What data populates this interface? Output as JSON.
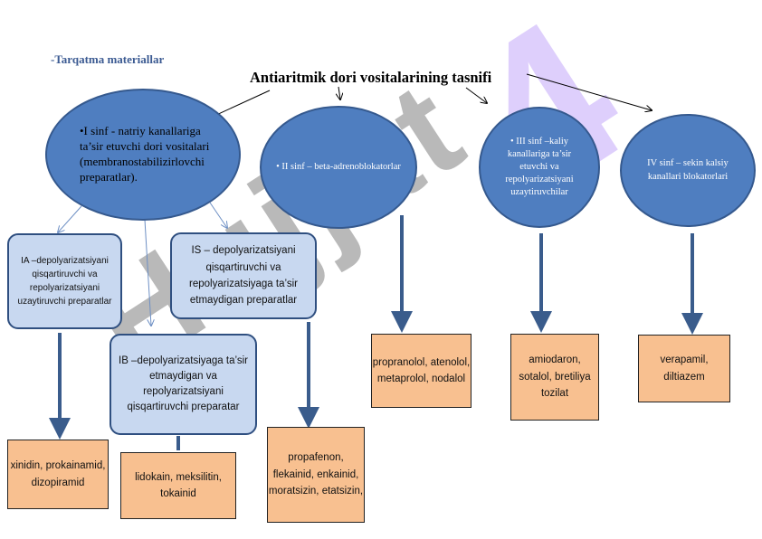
{
  "header": {
    "section_label": "-Tarqatma materiallar",
    "title": "Antiaritmik dori vositalarining tasnifi"
  },
  "watermarks": {
    "gray": "Hujjat",
    "violet": "4"
  },
  "classes": {
    "class1": "•I sinf - natriy kanallariga ta’sir etuvchi dori vositalari (membranostabilizirlovchi preparatlar).",
    "class2": "• II sinf – beta-adrenoblokatorlar",
    "class3": "• III sinf –kaliy kanallariga ta’sir etuvchi va repolyarizatsiyani uzaytiruvchilar",
    "class4": "IV sinf – sekin kalsiy kanallari blokatorlari"
  },
  "subclasses": {
    "ia": "IA –depolyarizatsiyani qisqartiruvchi va repolyarizatsiyani uzaytiruvchi preparatlar",
    "is": "IS – depolyarizatsiyani qisqartiruvchi va repolyarizatsiyaga ta’sir etmaydigan preparatlar",
    "ib": "IB –depolyarizatsiyaga ta’sir etmaydigan va repolyarizatsiyani qisqartiruvchi preparatar"
  },
  "drugs": {
    "ia": "xinidin, prokainamid, dizopiramid",
    "ib": "lidokain, meksilitin, tokainid",
    "is": "propafenon, flekainid, enkainid, moratsizin, etatsizin,",
    "class2": "propranolol, atenolol, metaprolol, nodalol",
    "class3": "amiodaron, sotalol, bretiliya tozilat",
    "class4": "verapamil, diltiazem"
  },
  "colors": {
    "ellipse_fill": "#4f7ec0",
    "subclass_fill": "#c8d8f0",
    "drug_fill": "#f8c090",
    "connector": "#3a5c8c",
    "label": "#3b5a92"
  }
}
